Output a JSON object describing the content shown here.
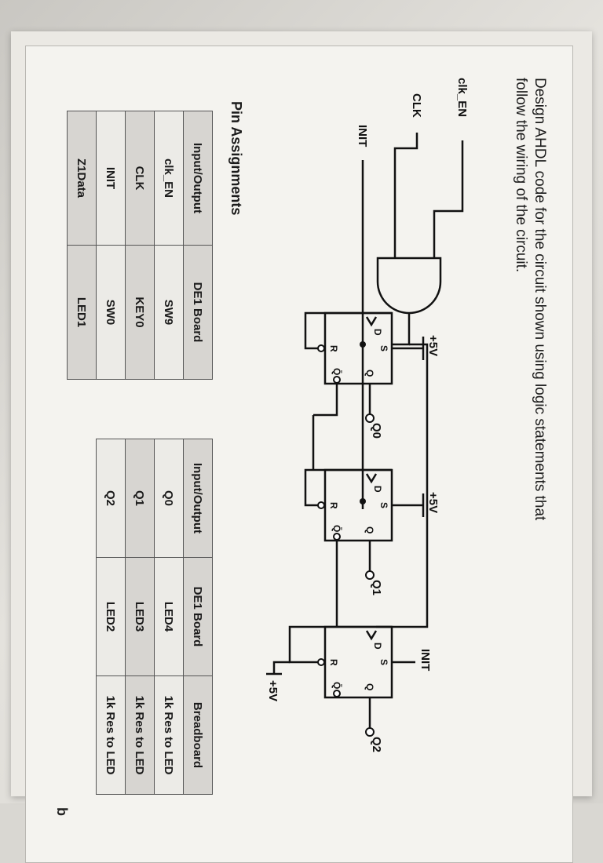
{
  "heading": {
    "line1": "Design AHDL code for the circuit shown using logic statements that",
    "line2": "follow the wiring of the circuit."
  },
  "inputs": {
    "clk_en": "clk_EN",
    "clk": "CLK",
    "init": "INIT"
  },
  "flipflops": [
    {
      "output": "Q0",
      "supply": "+5V"
    },
    {
      "output": "Q1",
      "supply": "+5V"
    },
    {
      "output": "Q2",
      "supply": "INIT"
    }
  ],
  "reset_supply": "+5V",
  "ff_pins": {
    "d": "D",
    "s": "S",
    "q": "Q",
    "r": "R",
    "qbar": "Q̄"
  },
  "pin_assignments_title": "Pin Assignments",
  "table_left": {
    "headers": [
      "Input/Output",
      "DE1 Board"
    ],
    "rows": [
      [
        "clk_EN",
        "SW9"
      ],
      [
        "CLK",
        "KEY0"
      ],
      [
        "INIT",
        "SW0"
      ],
      [
        "Z1Data",
        "LED1"
      ]
    ]
  },
  "table_right": {
    "headers": [
      "Input/Output",
      "DE1 Board",
      "Breadboard"
    ],
    "rows": [
      [
        "Q0",
        "LED4",
        "1k Res to LED"
      ],
      [
        "Q1",
        "LED3",
        "1k Res to LED"
      ],
      [
        "Q2",
        "LED2",
        "1k Res to LED"
      ]
    ]
  },
  "corner_letter": "b"
}
